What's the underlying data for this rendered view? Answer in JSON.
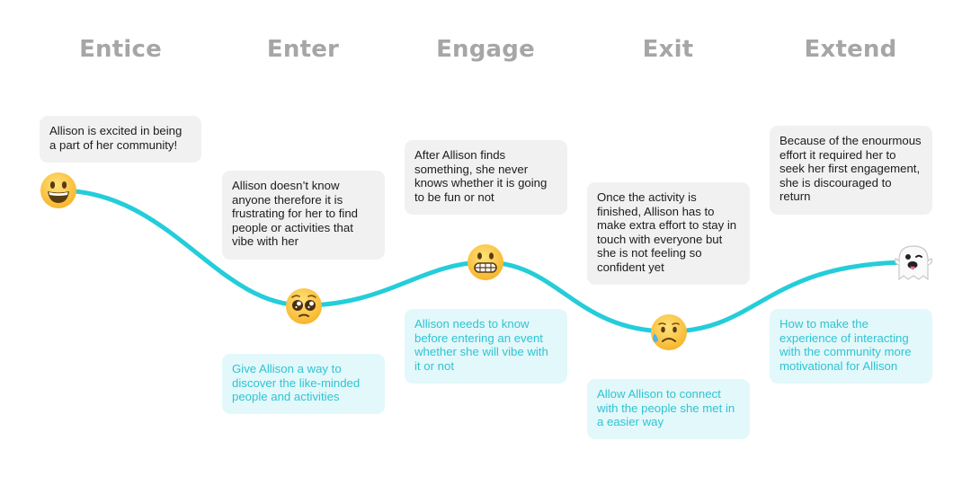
{
  "stages": [
    {
      "title": "Entice"
    },
    {
      "title": "Enter"
    },
    {
      "title": "Engage"
    },
    {
      "title": "Exit"
    },
    {
      "title": "Extend"
    }
  ],
  "observations": {
    "entice": "Allison is excited in being a part of her community!",
    "enter": "Allison doesn’t know anyone therefore it is frustrating for her to find people or activities that vibe with her",
    "engage": "After Allison finds something, she never knows whether it is going to be fun or not",
    "exit": "Once the activity is finished, Allison has to make extra effort to stay in touch with everyone but she is not feeling so confident yet",
    "extend": "Because of the enourmous effort it required her to seek her first engagement, she is discouraged to return"
  },
  "opportunities": {
    "enter": "Give Allison a way to discover the like-minded people and activities",
    "engage": "Allison needs to know before entering an event whether she will vibe with it or not",
    "exit": "Allow Allison to connect with the people she met in a easier way",
    "extend": "How to make the experience of interacting with the community more motivational for Allison"
  },
  "emotions": [
    {
      "stage": "Entice",
      "icon": "grinning-face-icon"
    },
    {
      "stage": "Enter",
      "icon": "pleading-face-icon"
    },
    {
      "stage": "Engage",
      "icon": "grimacing-face-icon"
    },
    {
      "stage": "Exit",
      "icon": "sad-sweat-face-icon"
    },
    {
      "stage": "Extend",
      "icon": "ghost-icon"
    }
  ],
  "colors": {
    "journey_line": "#24cdd9",
    "stage_title": "#a6a6a6",
    "observation_card": "#f1f1f1",
    "opportunity_card": "#e3f8fa",
    "opportunity_text": "#2ec4d3",
    "emoji_yellow": "#ffc93a"
  }
}
